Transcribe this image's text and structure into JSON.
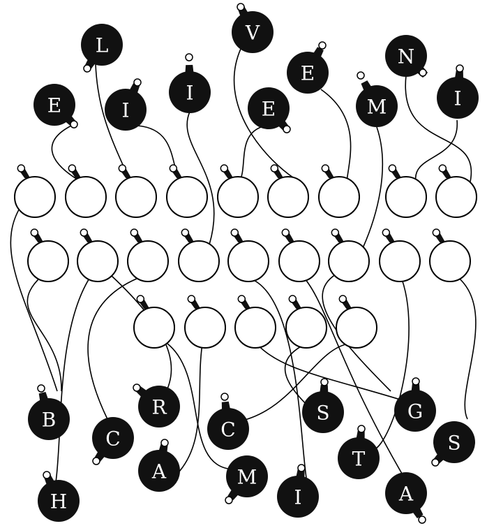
{
  "puzzle": {
    "top_letters": [
      "E",
      "L",
      "I",
      "I",
      "V",
      "E",
      "E",
      "M",
      "N",
      "I"
    ],
    "bottom_letters": [
      "B",
      "H",
      "C",
      "R",
      "A",
      "C",
      "M",
      "I",
      "S",
      "T",
      "G",
      "A",
      "S"
    ],
    "answer_rows": {
      "row1_count": 9,
      "row2_count": 9,
      "row3_count": 5
    },
    "colors": {
      "ornament": "#111111",
      "background": "#ffffff",
      "letter": "#ffffff"
    }
  }
}
